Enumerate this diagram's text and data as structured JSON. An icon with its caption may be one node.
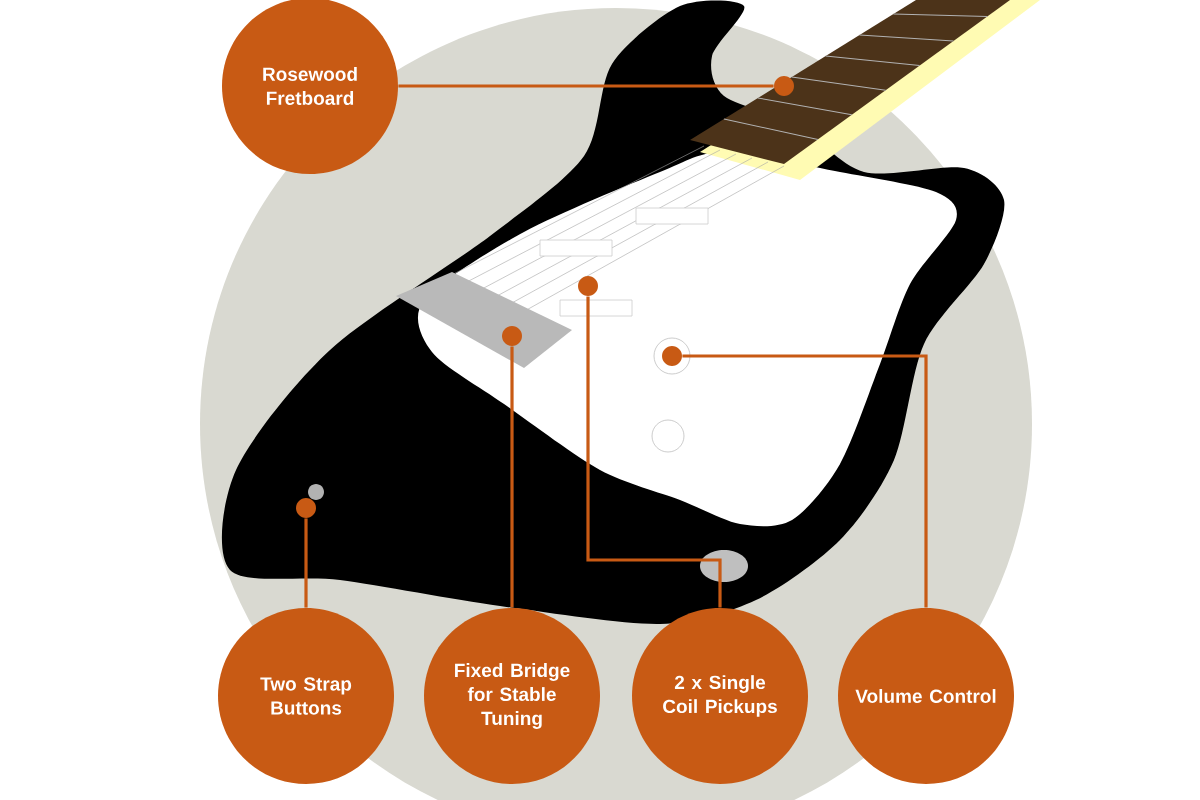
{
  "diagram": {
    "nodes": [
      {
        "text": [
          "Rosewood Fretboard"
        ]
      },
      {
        "text": [
          "Two Strap Buttons"
        ]
      },
      {
        "text": [
          "Fixed Bridge for Stable Tuning"
        ]
      },
      {
        "text": [
          "2 x Single Coil Pickups"
        ]
      },
      {
        "text": [
          "Volume Control"
        ]
      },
      {
        "text": [],
        "shape": "circle"
      },
      {
        "text": [],
        "shape": "circle"
      },
      {
        "text": [],
        "shape": "circle"
      },
      {
        "text": [],
        "shape": "circle"
      },
      {
        "text": [],
        "shape": "circle"
      }
    ],
    "edges": [
      {
        "from": 0,
        "to": 5,
        "arrow": "none"
      },
      {
        "from": 1,
        "to": 6,
        "arrow": "none"
      },
      {
        "from": 2,
        "to": 7,
        "arrow": "none"
      },
      {
        "from": 3,
        "to": 8,
        "arrow": "none"
      },
      {
        "from": 4,
        "to": 9,
        "arrow": "none"
      }
    ]
  }
}
